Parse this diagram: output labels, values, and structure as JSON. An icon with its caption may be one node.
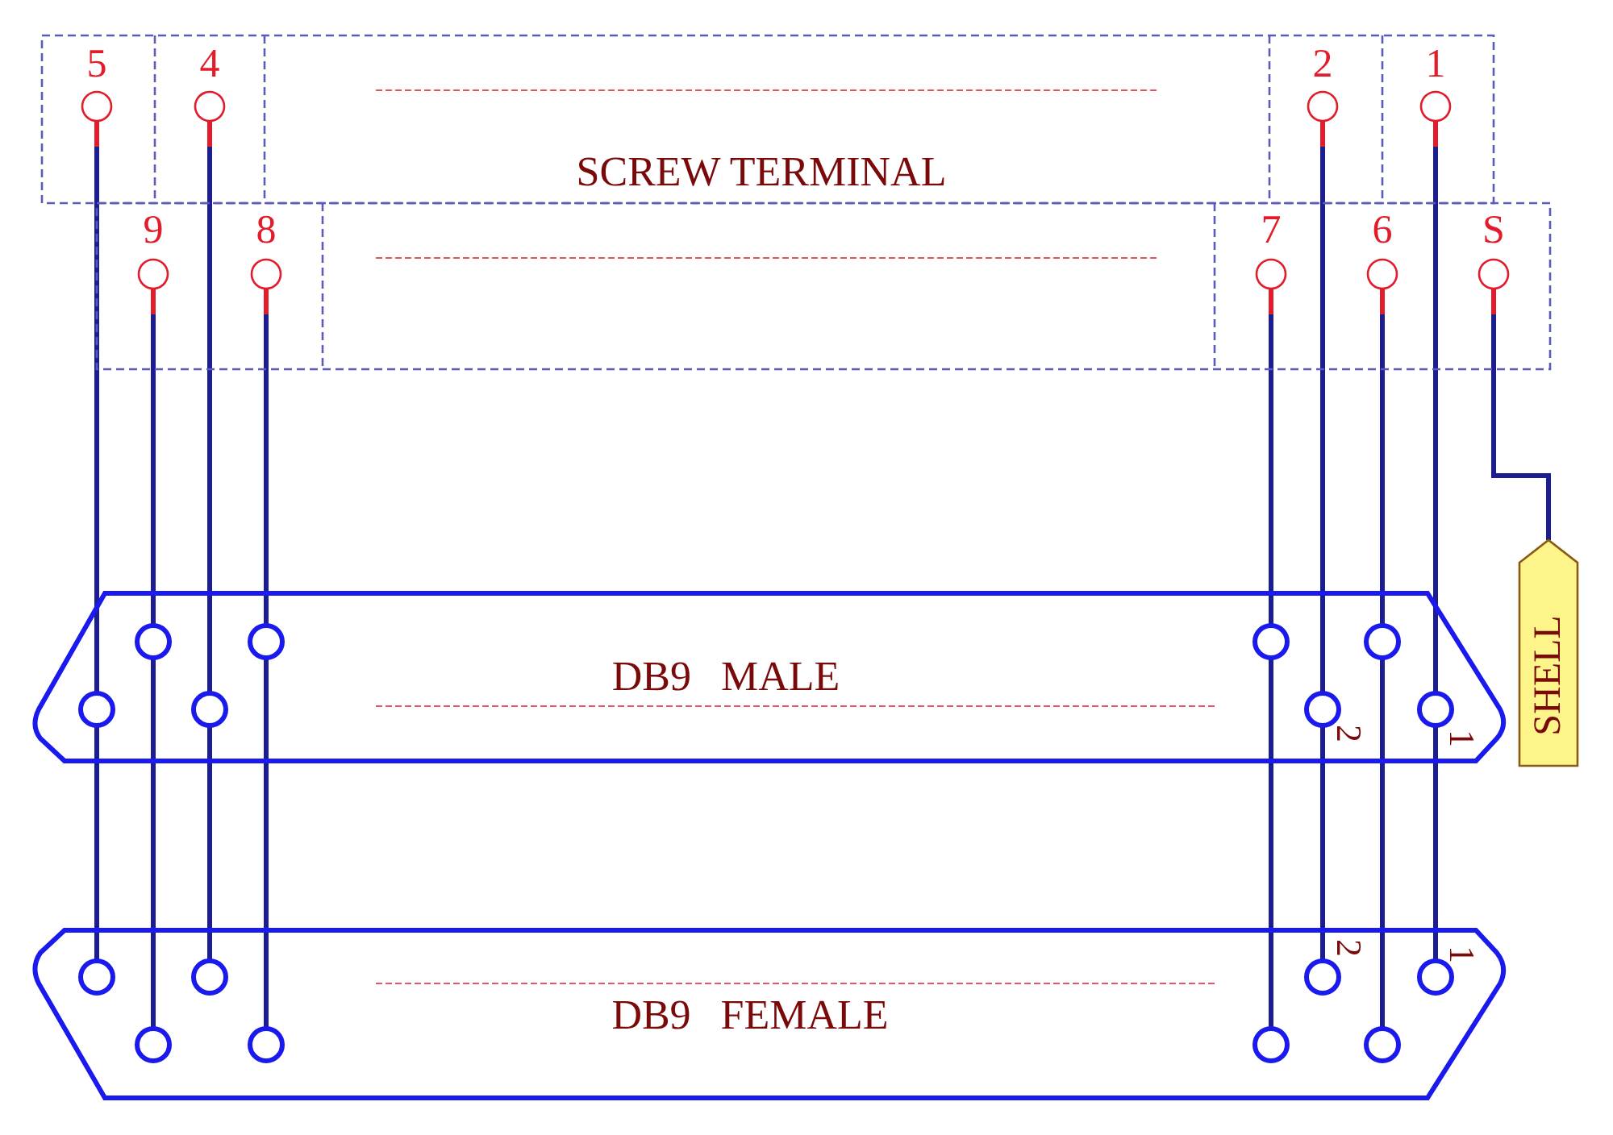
{
  "diagram": {
    "nodes": [
      {
        "text": [
          "SCREW TERMINAL"
        ]
      },
      {
        "text": [
          "5"
        ],
        "in": 0
      },
      {
        "text": [
          "4"
        ],
        "in": 0
      },
      {
        "text": [
          "2"
        ],
        "in": 0
      },
      {
        "text": [
          "1"
        ],
        "in": 0
      },
      {
        "text": [
          "9"
        ],
        "in": 0
      },
      {
        "text": [
          "8"
        ],
        "in": 0
      },
      {
        "text": [
          "7"
        ],
        "in": 0
      },
      {
        "text": [
          "6"
        ],
        "in": 0
      },
      {
        "text": [
          "S"
        ],
        "in": 0
      },
      {
        "text": [
          "DB9 MALE"
        ]
      },
      {
        "text": [],
        "shape": "circle",
        "in": 10
      },
      {
        "text": [],
        "shape": "circle",
        "in": 10
      },
      {
        "text": [],
        "shape": "circle",
        "in": 10
      },
      {
        "text": [],
        "shape": "circle",
        "in": 10
      },
      {
        "text": [],
        "shape": "circle",
        "in": 10
      },
      {
        "text": [],
        "shape": "circle",
        "in": 10
      },
      {
        "text": [],
        "shape": "circle",
        "in": 10,
        "beside": [
          "2"
        ]
      },
      {
        "text": [],
        "shape": "circle",
        "in": 10,
        "beside": [
          "1"
        ]
      },
      {
        "text": [
          "DB9 FEMALE"
        ]
      },
      {
        "text": [],
        "shape": "circle",
        "in": 19
      },
      {
        "text": [],
        "shape": "circle",
        "in": 19
      },
      {
        "text": [],
        "shape": "circle",
        "in": 19,
        "beside": [
          "2"
        ]
      },
      {
        "text": [],
        "shape": "circle",
        "in": 19,
        "beside": [
          "1"
        ]
      },
      {
        "text": [],
        "shape": "circle",
        "in": 19
      },
      {
        "text": [],
        "shape": "circle",
        "in": 19
      },
      {
        "text": [],
        "shape": "circle",
        "in": 19
      },
      {
        "text": [],
        "shape": "circle",
        "in": 19
      },
      {
        "text": [
          "SHELL"
        ]
      }
    ],
    "edges": [
      {
        "from": 1,
        "to": 15,
        "arrow": "none"
      },
      {
        "from": 15,
        "to": 20,
        "arrow": "none"
      },
      {
        "from": 2,
        "to": 16,
        "arrow": "none"
      },
      {
        "from": 16,
        "to": 21,
        "arrow": "none"
      },
      {
        "from": 3,
        "to": 17,
        "arrow": "none"
      },
      {
        "from": 17,
        "to": 22,
        "arrow": "none"
      },
      {
        "from": 4,
        "to": 18,
        "arrow": "none"
      },
      {
        "from": 18,
        "to": 23,
        "arrow": "none"
      },
      {
        "from": 5,
        "to": 11,
        "arrow": "none"
      },
      {
        "from": 11,
        "to": 24,
        "arrow": "none"
      },
      {
        "from": 6,
        "to": 12,
        "arrow": "none"
      },
      {
        "from": 12,
        "to": 25,
        "arrow": "none"
      },
      {
        "from": 7,
        "to": 13,
        "arrow": "none"
      },
      {
        "from": 13,
        "to": 26,
        "arrow": "none"
      },
      {
        "from": 8,
        "to": 14,
        "arrow": "none"
      },
      {
        "from": 14,
        "to": 27,
        "arrow": "none"
      },
      {
        "from": 9,
        "to": 28,
        "arrow": "none"
      }
    ]
  }
}
